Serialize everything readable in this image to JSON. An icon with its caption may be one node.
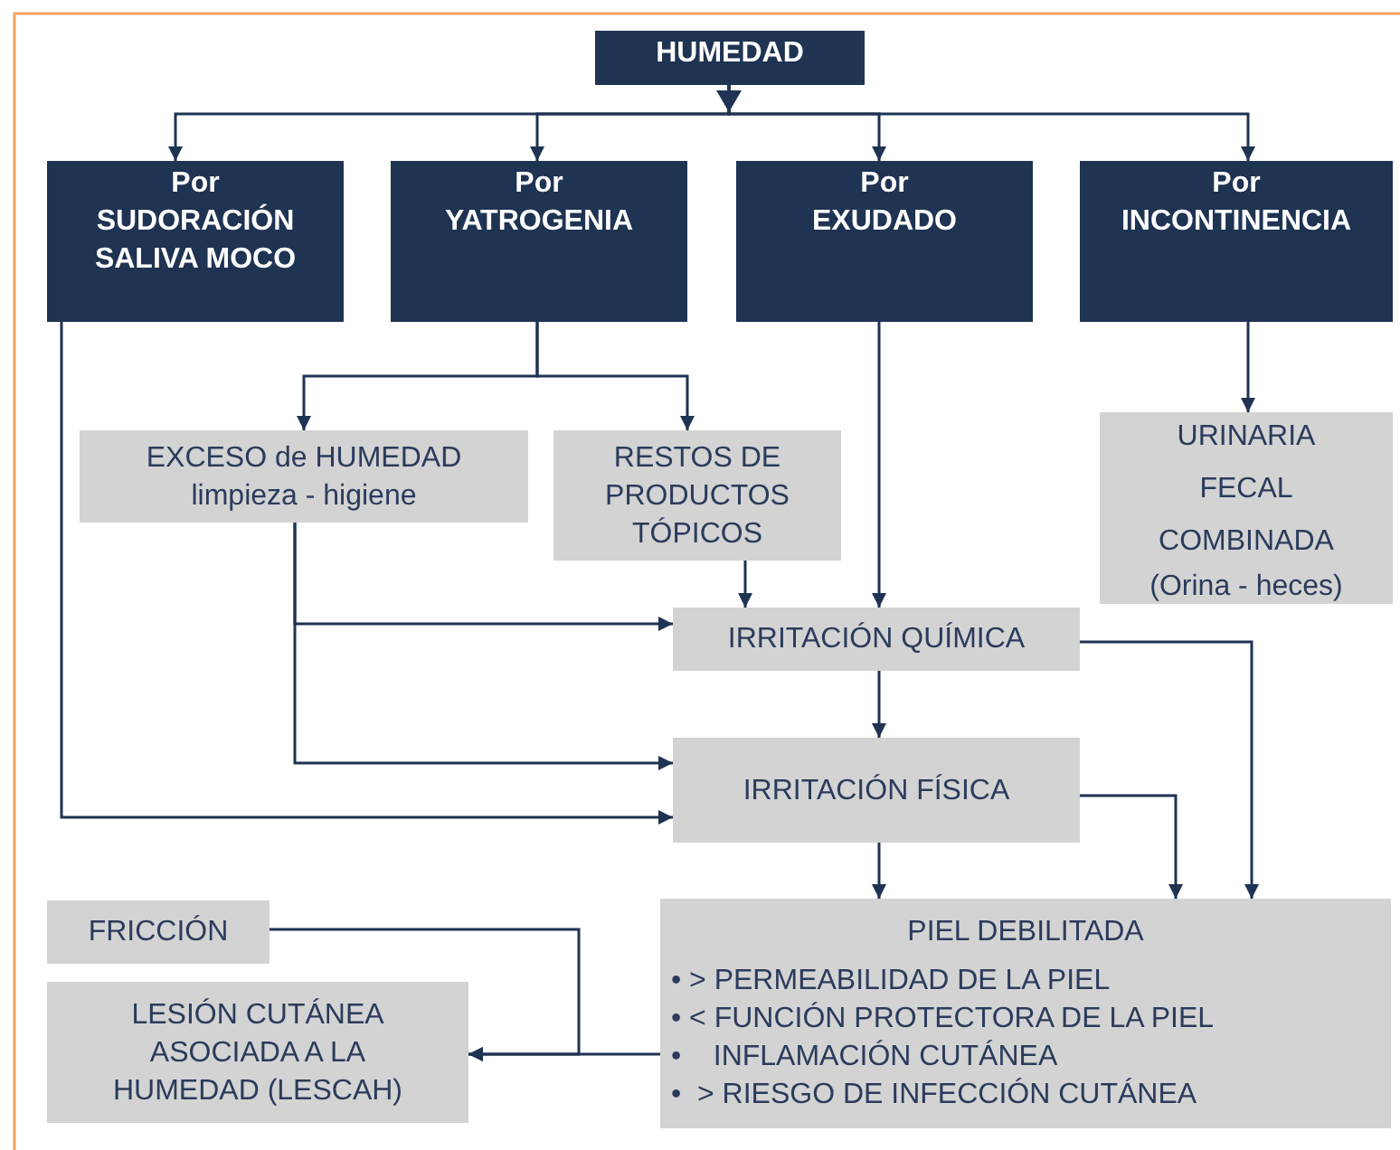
{
  "diagram": {
    "nodes": [
      {
        "text": [
          "HUMEDAD"
        ]
      },
      {
        "text": [
          "Por",
          "SUDORACIÓN SALIVA MOCO"
        ]
      },
      {
        "text": [
          "Por",
          "YATROGENIA"
        ]
      },
      {
        "text": [
          "Por",
          "EXUDADO"
        ]
      },
      {
        "text": [
          "Por",
          "INCONTINENCIA"
        ]
      },
      {
        "text": [
          "EXCESO de HUMEDAD",
          "limpieza - higiene"
        ]
      },
      {
        "text": [
          "RESTOS DE PRODUCTOS TÓPICOS"
        ]
      },
      {
        "text": [
          "URINARIA",
          "FECAL",
          "COMBINADA",
          "(Orina - heces)"
        ]
      },
      {
        "text": [
          "IRRITACIÓN QUÍMICA"
        ]
      },
      {
        "text": [
          "IRRITACIÓN FÍSICA"
        ]
      },
      {
        "text": [
          "FRICCIÓN"
        ]
      },
      {
        "text": [
          "PIEL DEBILITADA",
          "• > PERMEABILIDAD DE LA PIEL",
          "• < FUNCIÓN PROTECTORA DE LA PIEL",
          "•    INFLAMACIÓN CUTÁNEA",
          "•  > RIESGO DE INFECCIÓN CUTÁNEA"
        ]
      },
      {
        "text": [
          "LESIÓN CUTÁNEA ASOCIADA A LA HUMEDAD (LESCAH)"
        ]
      }
    ],
    "edges": [
      {
        "from": 0,
        "to": 1,
        "arrow": "to"
      },
      {
        "from": 0,
        "to": 2,
        "arrow": "to"
      },
      {
        "from": 0,
        "to": 3,
        "arrow": "to"
      },
      {
        "from": 0,
        "to": 4,
        "arrow": "to"
      },
      {
        "from": 2,
        "to": 5,
        "arrow": "to"
      },
      {
        "from": 2,
        "to": 6,
        "arrow": "to"
      },
      {
        "from": 4,
        "to": 7,
        "arrow": "to"
      },
      {
        "from": 6,
        "to": 8,
        "arrow": "to"
      },
      {
        "from": 3,
        "to": 8,
        "arrow": "to"
      },
      {
        "from": 5,
        "to": 8,
        "arrow": "to"
      },
      {
        "from": 5,
        "to": 9,
        "arrow": "to"
      },
      {
        "from": 1,
        "to": 9,
        "arrow": "to"
      },
      {
        "from": 8,
        "to": 9,
        "arrow": "to"
      },
      {
        "from": 8,
        "to": 11,
        "arrow": "to"
      },
      {
        "from": 9,
        "to": 11,
        "arrow": "to"
      },
      {
        "from": 9,
        "to": 11,
        "arrow": "to"
      },
      {
        "from": 10,
        "to": 12,
        "arrow": "to"
      },
      {
        "from": 11,
        "to": 12,
        "arrow": "to"
      }
    ]
  }
}
